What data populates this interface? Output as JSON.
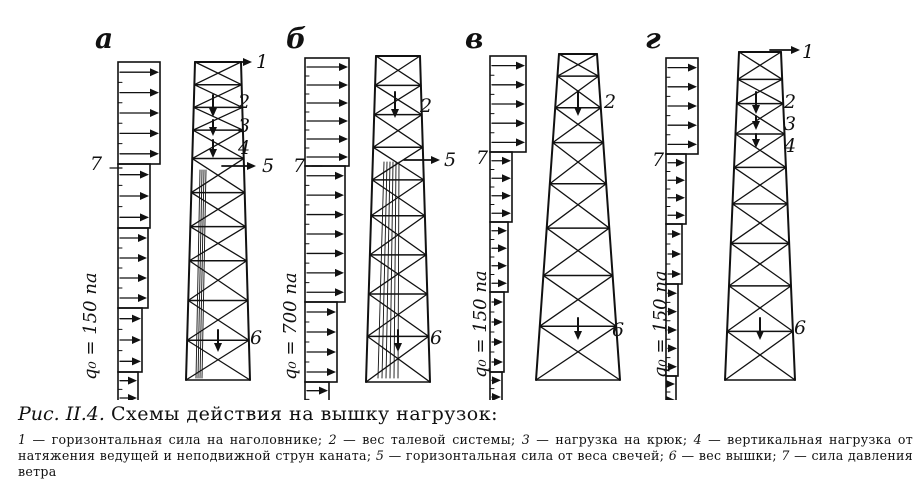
{
  "panels": [
    {
      "letter": "а",
      "q_label": "q₀ = 150 па",
      "callouts": [
        "1",
        "2",
        "3",
        "4",
        "5",
        "6",
        "7"
      ]
    },
    {
      "letter": "б",
      "q_label": "q₀ = 700 па",
      "callouts": [
        "2",
        "5",
        "6",
        "7"
      ]
    },
    {
      "letter": "в",
      "q_label": "q₀ = 150 па",
      "callouts": [
        "2",
        "6",
        "7"
      ]
    },
    {
      "letter": "г",
      "q_label": "q₀ = 150 па",
      "callouts": [
        "1",
        "2",
        "3",
        "4",
        "6",
        "7"
      ]
    }
  ],
  "caption": {
    "title_lead": "Рис. II.4.",
    "title_rest": "Схемы действия на вышку нагрузок:",
    "legend": [
      {
        "n": "1",
        "t": " — горизонтальная сила на наголовнике; "
      },
      {
        "n": "2",
        "t": " — вес талевой системы; "
      },
      {
        "n": "3",
        "t": " — нагрузка на крюк; "
      },
      {
        "n": "4",
        "t": " — вертикальная нагрузка от натяжения ведущей и неподвижной струн каната; "
      },
      {
        "n": "5",
        "t": " — горизонтальная сила от веса свечей; "
      },
      {
        "n": "6",
        "t": " — вес вышки; "
      },
      {
        "n": "7",
        "t": " — сила давления ветра"
      }
    ]
  }
}
